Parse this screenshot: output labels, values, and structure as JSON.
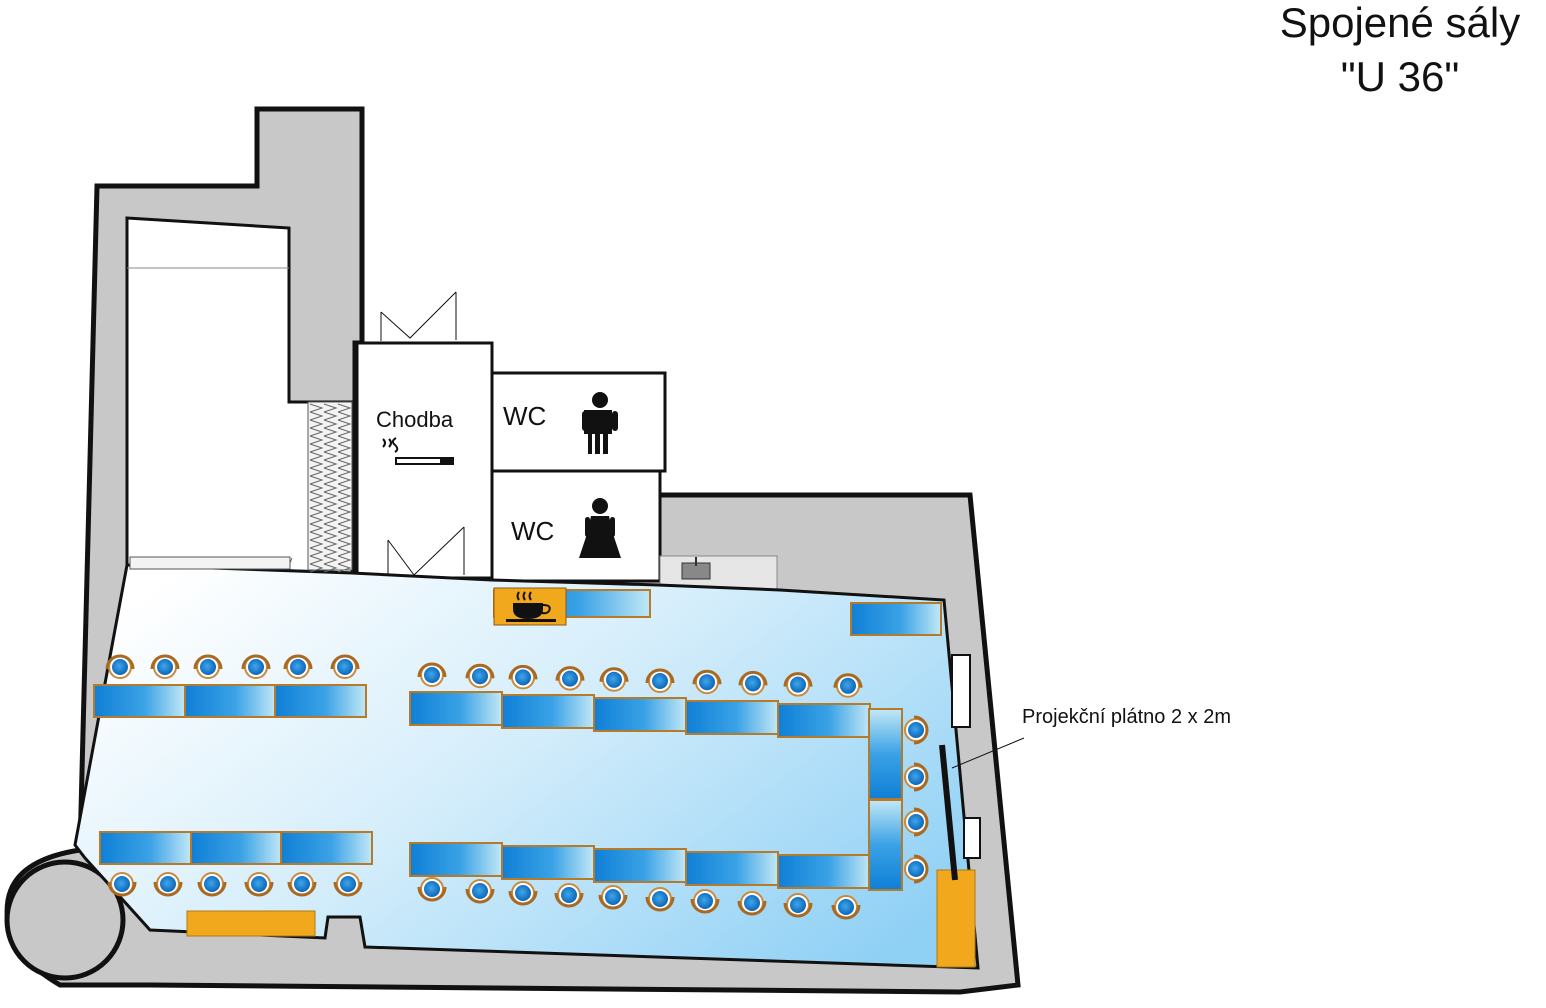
{
  "title": {
    "line1": "Spojené sály",
    "line2": "\"U 36\""
  },
  "rooms": {
    "corridor": "Chodba",
    "wc_men": "WC",
    "wc_women": "WC"
  },
  "annotations": {
    "screen": "Projekční plátno 2 x 2m"
  },
  "icons": [
    "smoking-icon",
    "coffee-icon",
    "male-wc-icon",
    "female-wc-icon"
  ],
  "colors": {
    "wall": "#c8c8c8",
    "hall_light": "#ffffff",
    "hall_blue": "#8fd0f5",
    "table_blue": "#1a8fe0",
    "chair_blue": "#1378c8",
    "accent_orange": "#f2a81d"
  }
}
